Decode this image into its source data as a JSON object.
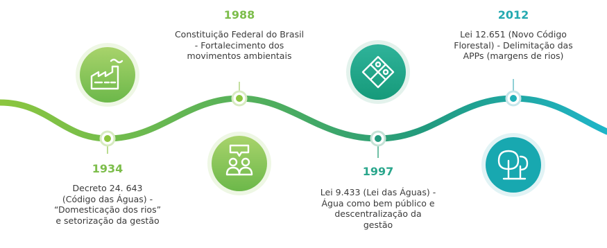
{
  "colors": {
    "wave_start": "#8cc63f",
    "wave_mid": "#29a37a",
    "wave_end": "#1fb5c9",
    "year_green": "#7cbd4a",
    "year_teal": "#2aa6a0",
    "icon_stroke": "#ffffff"
  },
  "milestones": [
    {
      "year": "1934",
      "lines": [
        "Decreto 24. 643",
        "(Código das Águas) -",
        "“Domesticação dos rios”",
        "e setorização da gestão"
      ],
      "icon": "factory-icon"
    },
    {
      "year": "1988",
      "lines": [
        "Constituição Federal do Brasil",
        "- Fortalecimento dos",
        "movimentos ambientais"
      ],
      "icon": "people-discussion-icon"
    },
    {
      "year": "1997",
      "lines": [
        "Lei 9.433 (Lei das Águas) -",
        "Água como bem público e",
        "descentralização da",
        "gestão"
      ],
      "icon": "puzzle-icon"
    },
    {
      "year": "2012",
      "lines": [
        "Lei 12.651 (Novo Código",
        "Florestal) - Delimitação das",
        "APPs (margens de rios)"
      ],
      "icon": "trees-icon"
    }
  ]
}
